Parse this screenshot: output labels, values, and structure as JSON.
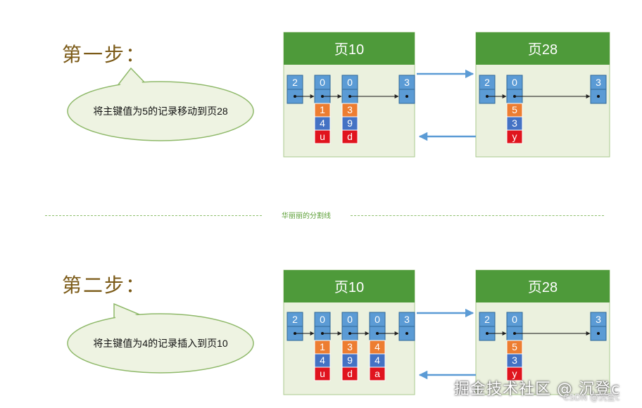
{
  "step1": {
    "title": "第一步：",
    "bubble_text": "将主键值为5的记录移动到页28",
    "page_left": {
      "title": "页10",
      "records": [
        {
          "header": "2",
          "fields": []
        },
        {
          "header": "0",
          "fields": [
            "1",
            "4",
            "u"
          ]
        },
        {
          "header": "0",
          "fields": [
            "3",
            "9",
            "d"
          ]
        },
        {
          "header": "3",
          "fields": []
        }
      ]
    },
    "page_right": {
      "title": "页28",
      "records": [
        {
          "header": "2",
          "fields": []
        },
        {
          "header": "0",
          "fields": [
            "5",
            "3",
            "y"
          ]
        },
        {
          "header": "3",
          "fields": []
        }
      ]
    }
  },
  "divider_label": "华丽丽的分割线",
  "step2": {
    "title": "第二步：",
    "bubble_text": "将主键值为4的记录插入到页10",
    "page_left": {
      "title": "页10",
      "records": [
        {
          "header": "2",
          "fields": []
        },
        {
          "header": "0",
          "fields": [
            "1",
            "4",
            "u"
          ]
        },
        {
          "header": "0",
          "fields": [
            "3",
            "9",
            "d"
          ]
        },
        {
          "header": "0",
          "fields": [
            "4",
            "4",
            "a"
          ]
        },
        {
          "header": "3",
          "fields": []
        }
      ]
    },
    "page_right": {
      "title": "页28",
      "records": [
        {
          "header": "2",
          "fields": []
        },
        {
          "header": "0",
          "fields": [
            "5",
            "3",
            "y"
          ]
        },
        {
          "header": "3",
          "fields": []
        }
      ]
    }
  },
  "watermark": {
    "main": "掘金技术社区 @ 沉登c",
    "sub": "CSDN @沉登c"
  },
  "colors": {
    "page_header_bg": "#4e9a3a",
    "page_body_bg": "#ebf1de",
    "page_border": "#a9c98d",
    "record_blue": "#5b9bd5",
    "field_orange": "#ed7d31",
    "field_blue": "#4472c4",
    "field_red": "#e0141e",
    "arrow_blue": "#5b9bd5",
    "bubble_bg": "#eef3e2",
    "bubble_border": "#8fb96a",
    "title_color": "#7b5a17"
  }
}
